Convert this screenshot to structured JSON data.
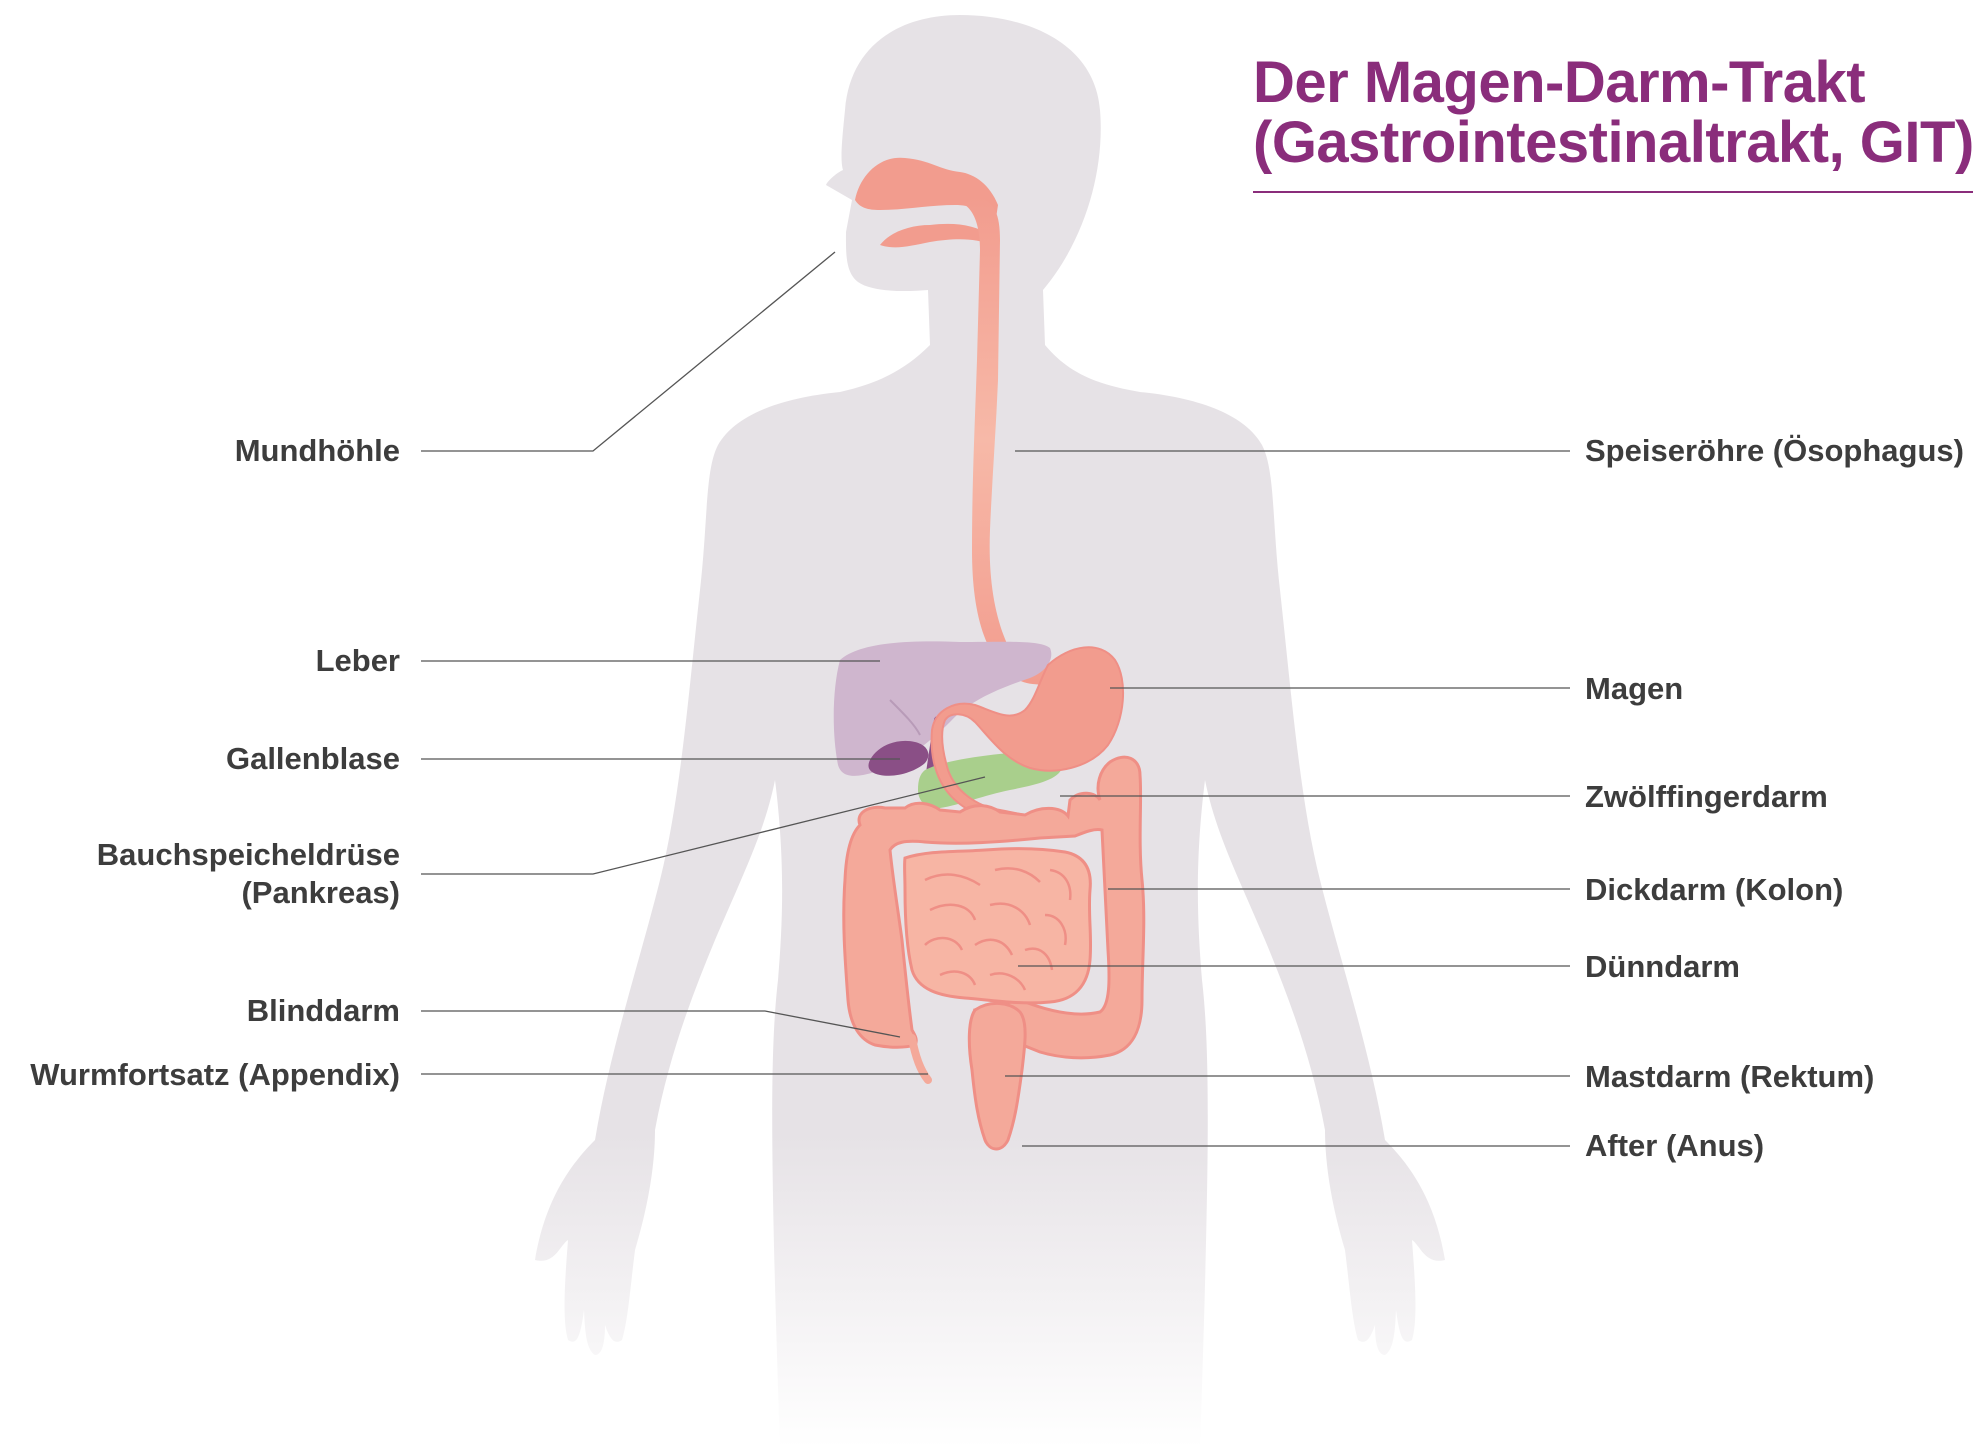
{
  "title": {
    "line1": "Der Magen-Darm-Trakt",
    "line2": "(Gastrointestinaltrakt, GIT)"
  },
  "colors": {
    "accent": "#8a2d7b",
    "silhouette": "#e6e2e6",
    "organ_pink": "#f4a99a",
    "organ_outline": "#ef8f86",
    "liver": "#cfb6ce",
    "gallbladder": "#8a4f86",
    "pancreas": "#a9cf8c",
    "leader_line": "#555555",
    "label_text": "#3d3d3d"
  },
  "labels": {
    "left": {
      "mundhoehle": "Mundhöhle",
      "leber": "Leber",
      "gallenblase": "Gallenblase",
      "bauchspeicheldruese_1": "Bauchspeicheldrüse",
      "bauchspeicheldruese_2": "(Pankreas)",
      "blinddarm": "Blinddarm",
      "wurmfortsatz": "Wurmfortsatz (Appendix)"
    },
    "right": {
      "speiseroehre": "Speiseröhre (Ösophagus)",
      "magen": "Magen",
      "zwoelffingerdarm": "Zwölffingerdarm",
      "dickdarm": "Dickdarm (Kolon)",
      "duenndarm": "Dünndarm",
      "mastdarm": "Mastdarm (Rektum)",
      "after": "After (Anus)"
    }
  }
}
